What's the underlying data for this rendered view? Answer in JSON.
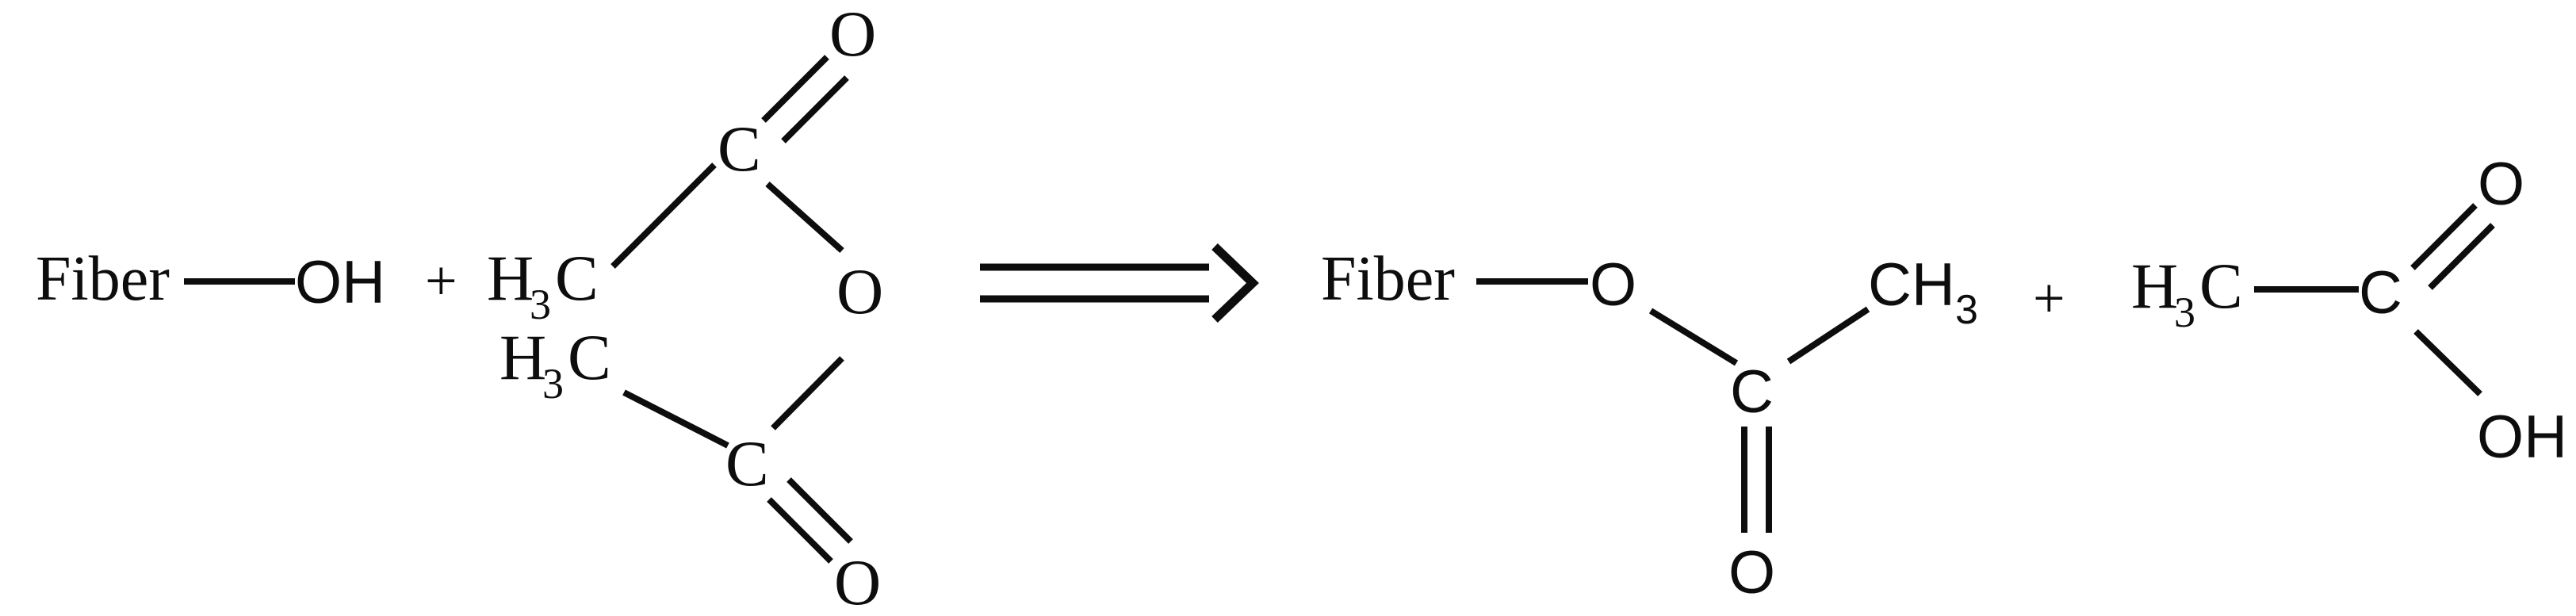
{
  "diagram": {
    "kind": "chemical-reaction-scheme",
    "title": "Acetylation of fiber hydroxyl groups with acetic anhydride",
    "background_color": "#ffffff",
    "ink_color": "#0d0d0d",
    "equation_text": "Fiber-OH + (CH3CO)2O  =>  Fiber-O-CO-CH3 + CH3COOH"
  },
  "reactants": {
    "fiber_alcohol": {
      "name": "fiber-hydroxyl",
      "fiber_label": "Fiber",
      "oh_label": "OH"
    },
    "plus_sign": "+",
    "anhydride": {
      "name": "acetic-anhydride",
      "top_methyl": "H",
      "top_methyl_sub": "3",
      "top_methyl_tail": "C",
      "top_carbonyl_carbon": "C",
      "top_carbonyl_oxygen": "O",
      "bridge_oxygen": "O",
      "bottom_methyl": "H",
      "bottom_methyl_sub": "3",
      "bottom_methyl_tail": "C",
      "bottom_carbonyl_carbon": "C",
      "bottom_carbonyl_oxygen": "O"
    }
  },
  "arrow": {
    "name": "reaction-arrow",
    "glyph": "⟹",
    "style": "double-line-open-head",
    "direction": "right"
  },
  "products": {
    "ester": {
      "name": "fiber-acetate-ester",
      "fiber_label": "Fiber",
      "ester_oxygen": "O",
      "carbonyl_carbon": "C",
      "carbonyl_oxygen": "O",
      "methyl": "CH",
      "methyl_sub": "3"
    },
    "plus_sign": "+",
    "acetic_acid": {
      "name": "acetic-acid",
      "methyl": "H",
      "methyl_sub": "3",
      "methyl_tail": "C",
      "carbonyl_carbon": "C",
      "carbonyl_oxygen": "O",
      "hydroxyl": "OH"
    }
  }
}
